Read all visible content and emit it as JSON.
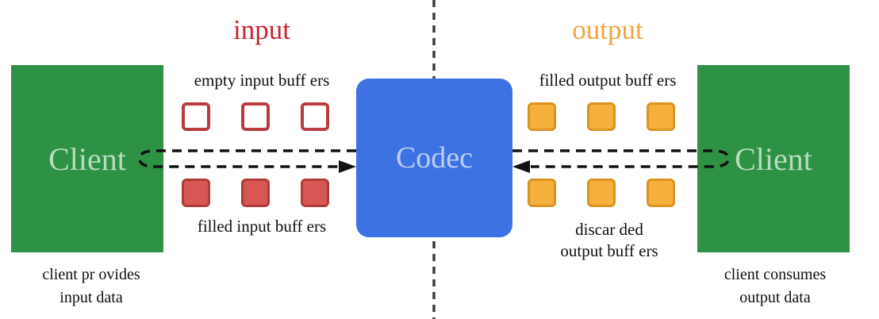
{
  "labels": {
    "input": "input",
    "output": "output",
    "client_left": "Client",
    "client_right": "Client",
    "codec": "Codec",
    "empty_input_buffers": "empty input buff ers",
    "filled_input_buffers": "filled input buff ers",
    "filled_output_buffers": "filled output buff ers",
    "discarded_line1": "discar ded",
    "discarded_line2": "output buff ers",
    "caption_left_line1": "client pr ovides",
    "caption_left_line2": "input data",
    "caption_right_line1": "client consumes",
    "caption_right_line2": "output data"
  },
  "colors": {
    "bg": "#ffffff",
    "input-label": "#c9252b",
    "output-label": "#f1a33c",
    "client-box": "#2e9245",
    "client-text": "#b7dcbf",
    "codec-box": "#3d72e3",
    "codec-text": "#bccdf0",
    "empty-border": "#bb3a40",
    "red-fill": "#d75754",
    "red-border": "#b03a37",
    "orange-fill": "#f5b03e",
    "orange-border": "#dc9320",
    "arrow": "#111111",
    "divider": "#3d3d3d",
    "text": "#0e0e0e"
  }
}
